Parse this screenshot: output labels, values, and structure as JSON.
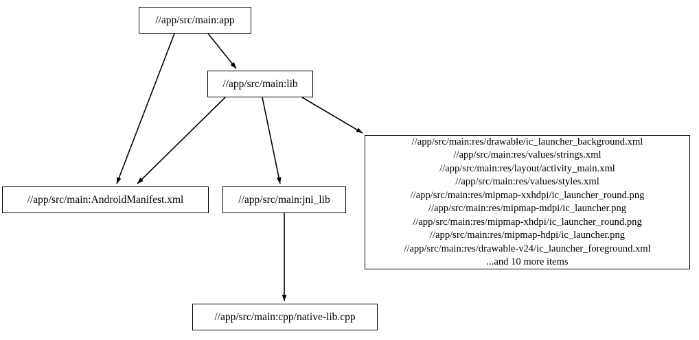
{
  "diagram": {
    "type": "dependency-graph",
    "title": "",
    "background_color": "#ffffff",
    "node_border_color": "#000000",
    "node_fill_color": "#ffffff",
    "edge_color": "#000000",
    "text_color": "#000000"
  },
  "nodes": {
    "app": {
      "id": "app",
      "label": "//app/src/main:app"
    },
    "lib": {
      "id": "lib",
      "label": "//app/src/main:lib"
    },
    "manifest": {
      "id": "manifest",
      "label": "//app/src/main:AndroidManifest.xml"
    },
    "jni_lib": {
      "id": "jni_lib",
      "label": "//app/src/main:jni_lib"
    },
    "native_lib": {
      "id": "native_lib",
      "label": "//app/src/main:cpp/native-lib.cpp"
    },
    "resources": {
      "id": "resources",
      "lines": [
        "//app/src/main:res/drawable/ic_launcher_background.xml",
        "//app/src/main:res/values/strings.xml",
        "//app/src/main:res/layout/activity_main.xml",
        "//app/src/main:res/values/styles.xml",
        "//app/src/main:res/mipmap-xxhdpi/ic_launcher_round.png",
        "//app/src/main:res/mipmap-mdpi/ic_launcher.png",
        "//app/src/main:res/mipmap-xhdpi/ic_launcher_round.png",
        "//app/src/main:res/mipmap-hdpi/ic_launcher.png",
        "//app/src/main:res/drawable-v24/ic_launcher_foreground.xml",
        "...and 10 more items"
      ]
    }
  },
  "edges": [
    {
      "from": "app",
      "to": "lib",
      "arrow": "solid-triangle"
    },
    {
      "from": "app",
      "to": "manifest",
      "arrow": "solid-triangle"
    },
    {
      "from": "lib",
      "to": "manifest",
      "arrow": "solid-triangle"
    },
    {
      "from": "lib",
      "to": "jni_lib",
      "arrow": "solid-triangle"
    },
    {
      "from": "lib",
      "to": "resources",
      "arrow": "solid-triangle"
    },
    {
      "from": "jni_lib",
      "to": "native_lib",
      "arrow": "solid-triangle"
    }
  ]
}
